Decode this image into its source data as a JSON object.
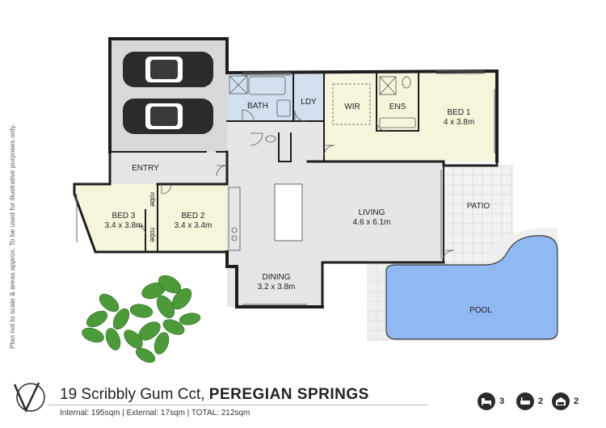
{
  "disclaimer": "Plan not to scale & areas approx. To be used for illustrative purposes only.",
  "rooms": {
    "bath": {
      "name": "BATH"
    },
    "ldy": {
      "name": "LDY"
    },
    "wir": {
      "name": "WIR"
    },
    "ens": {
      "name": "ENS"
    },
    "bed1": {
      "name": "BED 1",
      "dims": "4 x 3.8m"
    },
    "entry": {
      "name": "ENTRY"
    },
    "bed3": {
      "name": "BED 3",
      "dims": "3.4 x 3.8m"
    },
    "bed2": {
      "name": "BED 2",
      "dims": "3.4 x 3.4m"
    },
    "robe1": {
      "name": "robe"
    },
    "robe2": {
      "name": "robe"
    },
    "living": {
      "name": "LIVING",
      "dims": "4.6 x 6.1m"
    },
    "patio": {
      "name": "PATIO"
    },
    "dining": {
      "name": "DINING",
      "dims": "3.2 x 3.8m"
    },
    "pool": {
      "name": "POOL"
    }
  },
  "footer": {
    "address_street": "19 Scribbly Gum Cct, ",
    "address_suburb": "PEREGIAN SPRINGS",
    "areas": "Internal: 195sqm  |  External: 17sqm  |  TOTAL: 212sqm"
  },
  "stats": {
    "bedrooms": "3",
    "bathrooms": "2",
    "garage": "2"
  },
  "icons": [
    "bed-icon",
    "bath-icon",
    "garage-icon"
  ],
  "colors": {
    "wall": "#1e1e1e",
    "garage_floor": "#d9d9d9",
    "living_floor": "#e6e6e6",
    "bedroom_floor": "#f7f4dc",
    "wet_area_floor": "#d3e0ee",
    "pool_water": "#90b8f2",
    "foliage": "#4c9a3a"
  }
}
